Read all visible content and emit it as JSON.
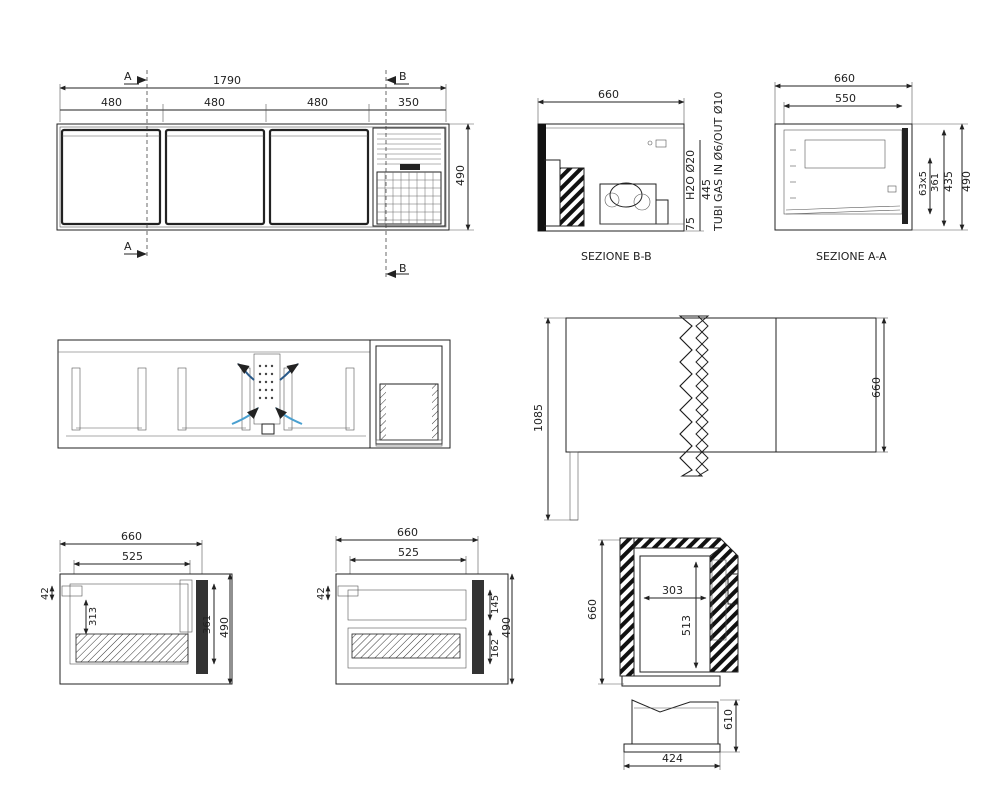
{
  "front_view": {
    "overall_width": "1790",
    "module_widths": [
      "480",
      "480",
      "480",
      "350"
    ],
    "height": "490",
    "section_markers": [
      "A",
      "A",
      "B",
      "B"
    ]
  },
  "section_bb": {
    "title": "SEZIONE B-B",
    "width": "660",
    "height_total": "445",
    "height_base": "75",
    "pipe_note_1": "H2O Ø20",
    "pipe_note_2": "TUBI GAS IN Ø6/OUT Ø10"
  },
  "section_aa": {
    "title": "SEZIONE A-A",
    "width_outer": "660",
    "width_inner": "550",
    "dim_63x5": "63x5",
    "dim_361": "361",
    "dim_435": "435",
    "dim_490": "490"
  },
  "top_plan": {
    "depth": "1085",
    "width": "660"
  },
  "detail_left": {
    "width_outer": "660",
    "width_inner": "525",
    "dim_42": "42",
    "dim_313": "313",
    "dim_361": "361",
    "dim_490": "490"
  },
  "detail_middle": {
    "width_outer": "660",
    "width_inner": "525",
    "dim_42": "42",
    "dim_145": "145",
    "dim_162": "162",
    "dim_490": "490"
  },
  "detail_right": {
    "height": "660",
    "inner_width": "303",
    "inner_height": "513",
    "drawer_height": "610",
    "drawer_width": "424"
  }
}
